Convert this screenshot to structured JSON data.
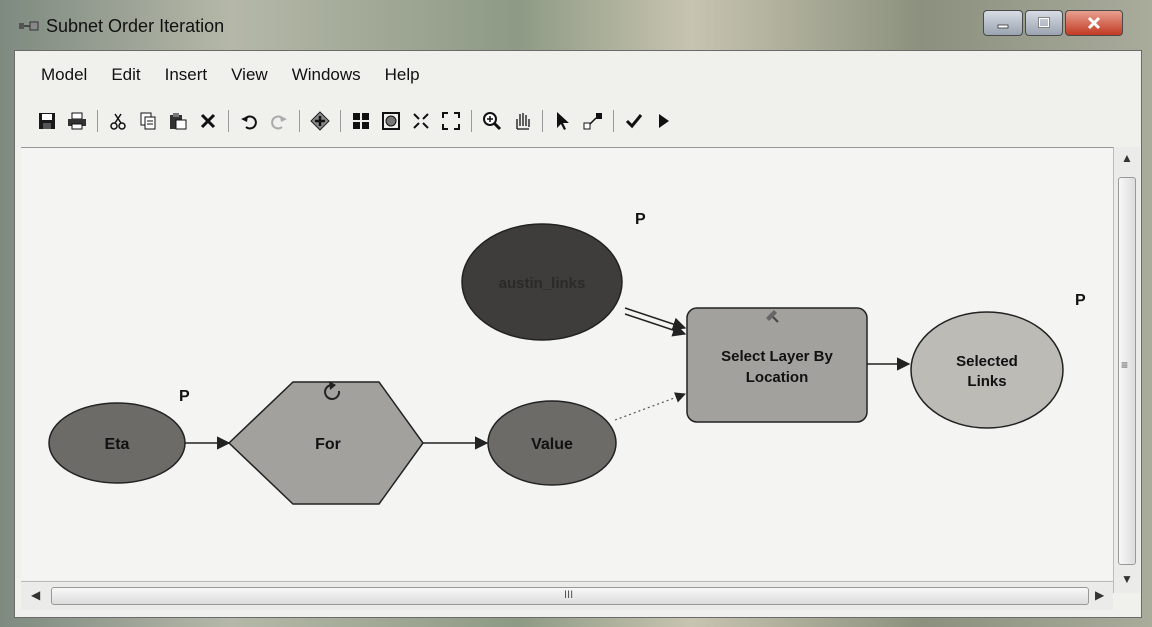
{
  "window": {
    "title": "Subnet Order Iteration",
    "icon": "model-builder-icon",
    "controls": {
      "minimize": "minimize-icon",
      "maximize": "maximize-icon",
      "close": "close-icon"
    }
  },
  "menu": {
    "items": [
      "Model",
      "Edit",
      "Insert",
      "View",
      "Windows",
      "Help"
    ]
  },
  "toolbar": {
    "icons": [
      "save-icon",
      "print-icon",
      "cut-icon",
      "copy-icon",
      "paste-icon",
      "delete-icon",
      "undo-icon",
      "redo-icon",
      "add-data-icon",
      "auto-layout-icon",
      "full-extent-icon",
      "zoom-in-fixed-icon",
      "zoom-out-fixed-icon",
      "zoom-icon",
      "pan-icon",
      "select-icon",
      "connect-icon",
      "validate-icon",
      "run-icon"
    ]
  },
  "diagram": {
    "nodes": {
      "eta": {
        "label": "Eta",
        "param": "P"
      },
      "for": {
        "label": "For"
      },
      "value": {
        "label": "Value"
      },
      "input_links": {
        "label": "austin_links",
        "param": "P"
      },
      "select": {
        "label_line1": "Select Layer By",
        "label_line2": "Location"
      },
      "selected_links": {
        "label_line1": "Selected",
        "label_line2": "Links",
        "param": "P"
      }
    }
  },
  "scrollbar": {
    "grip": "III",
    "vgrip": "≡"
  },
  "colors": {
    "variable_fill": "#6d6b68",
    "input_dark_fill": "#3f3d3b",
    "tool_fill": "#a3a19d",
    "output_fill": "#bdbbb6",
    "connector": "#222222"
  }
}
